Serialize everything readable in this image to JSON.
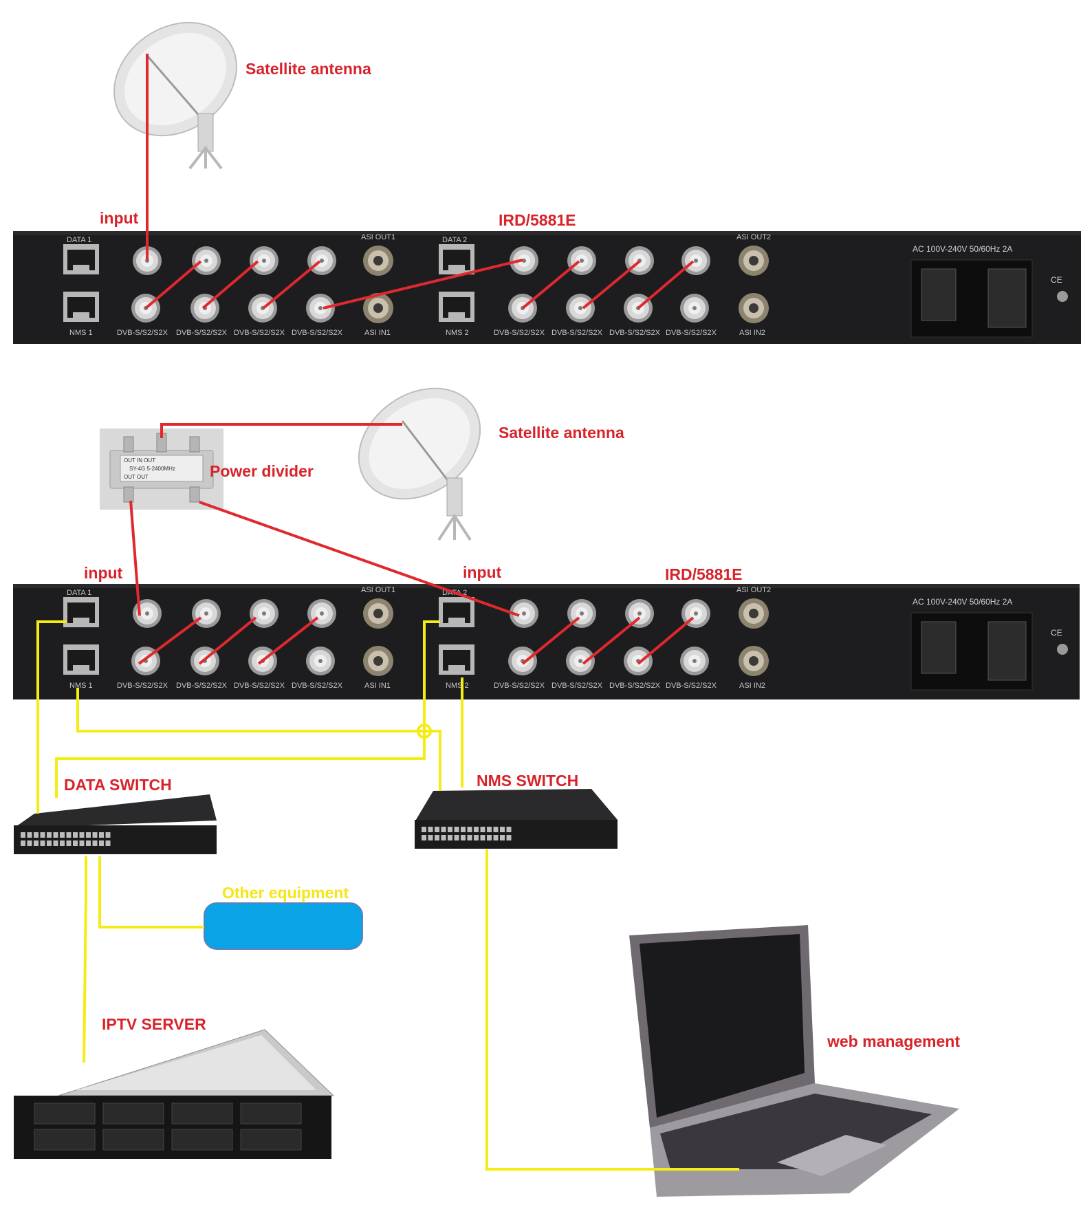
{
  "colors": {
    "signal_line": "#e0282e",
    "network_line": "#f5ec16",
    "label": "#d8232a",
    "panel": "#1d1d1f",
    "equipment_box": "#0aa3e6"
  },
  "icons": {
    "antenna": "satellite-dish-icon",
    "divider": "rf-splitter-icon",
    "switch": "network-switch-icon",
    "server": "rack-server-icon",
    "laptop": "laptop-icon"
  },
  "top_section": {
    "antenna_label": "Satellite antenna",
    "input_label": "input",
    "device_label": "IRD/5881E"
  },
  "bottom_section": {
    "antenna_label": "Satellite antenna",
    "divider_label": "Power divider",
    "input_label_1": "input",
    "input_label_2": "input",
    "device_label": "IRD/5881E"
  },
  "panel": {
    "data1": "DATA 1",
    "data2": "DATA 2",
    "nms1": "NMS 1",
    "nms2": "NMS 2",
    "asi_out1": "ASI OUT1",
    "asi_out2": "ASI OUT2",
    "asi_in1": "ASI IN1",
    "asi_in2": "ASI IN2",
    "tuner": "DVB-S/S2/S2X",
    "power_spec": "AC 100V-240V 50/60Hz 2A",
    "ce_mark": "CE"
  },
  "divider_plate": {
    "line1": "OUT      IN      OUT",
    "line2": "SY-4G   5-2400MHz",
    "line3": "OUT              OUT"
  },
  "network": {
    "data_switch_label": "DATA SWITCH",
    "nms_switch_label": "NMS SWITCH",
    "other_equipment_label": "Other equipment",
    "iptv_server_label": "IPTV SERVER",
    "web_management_label": "web management"
  }
}
